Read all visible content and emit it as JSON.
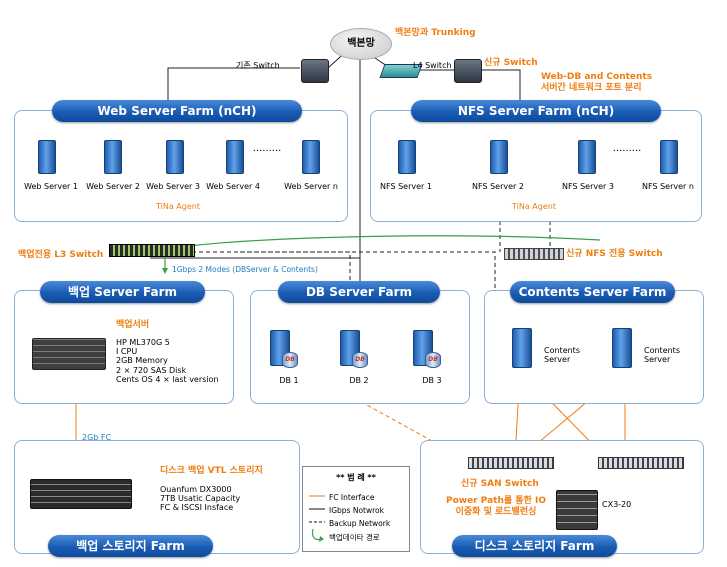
{
  "backbone": {
    "cloud": "백본망",
    "trunking": "백본망과 Trunking"
  },
  "switches": {
    "legacy": "기존 Switch",
    "l4": "L4 Switch",
    "new": "신규 Switch",
    "l3_backup": "백업전용 L3 Switch",
    "nfs_only": "신규 NFS 전용 Switch",
    "san": "신규 SAN Switch"
  },
  "notes": {
    "webdb_sep_1": "Web-DB and Contents",
    "webdb_sep_2": "서버간 네트워크 포트 분리",
    "gbps_modes": "1Gbps 2 Modes (DBServer & Contents)",
    "fc_2gb": "2Gb FC",
    "powerpath_1": "Power Path를 통한 IO",
    "powerpath_2": "이중화 및 로드밸런싱"
  },
  "web_farm": {
    "title": "Web Server Farm (nCH)",
    "servers": [
      "Web Server 1",
      "Web Server 2",
      "Web Server 3",
      "Web Server 4",
      "Web Server n"
    ],
    "agent": "TiNa Agent"
  },
  "nfs_farm": {
    "title": "NFS Server Farm (nCH)",
    "servers": [
      "NFS Server 1",
      "NFS Server 2",
      "NFS Server 3",
      "NFS Server n"
    ],
    "agent": "TiNa Agent"
  },
  "backup_farm": {
    "title": "백업 Server Farm",
    "heading": "백업서버",
    "specs": [
      "HP ML370G 5",
      "I CPU",
      "2GB Memory",
      "2 × 720 SAS Disk",
      "Cents OS 4 × last version"
    ]
  },
  "db_farm": {
    "title": "DB Server Farm",
    "servers": [
      "DB 1",
      "DB 2",
      "DB 3"
    ],
    "db_badge": "DB"
  },
  "contents_farm": {
    "title": "Contents Server Farm",
    "servers": [
      "Contents Server",
      "Contents Server"
    ]
  },
  "backup_storage": {
    "title": "백업 스토리지 Farm",
    "heading": "디스크 백업 VTL 스토리지",
    "specs": [
      "Ouanfum DX3000",
      "7TB Usatic Capacity",
      "FC & ISCSI Insface"
    ]
  },
  "disk_storage": {
    "title": "디스크 스토리지 Farm",
    "array": "CX3-20"
  },
  "legend": {
    "title": "** 범  례 **",
    "items": [
      "FC Interface",
      "IGbps Notwrok",
      "Backup Network",
      "백업데이타 경로"
    ]
  },
  "colors": {
    "fc": "#ef7d10",
    "box_border": "#8fb0d6",
    "accent_orange": "#ef7d10",
    "gbps_blue": "#1e7fc0",
    "green_path": "#3aa040"
  }
}
